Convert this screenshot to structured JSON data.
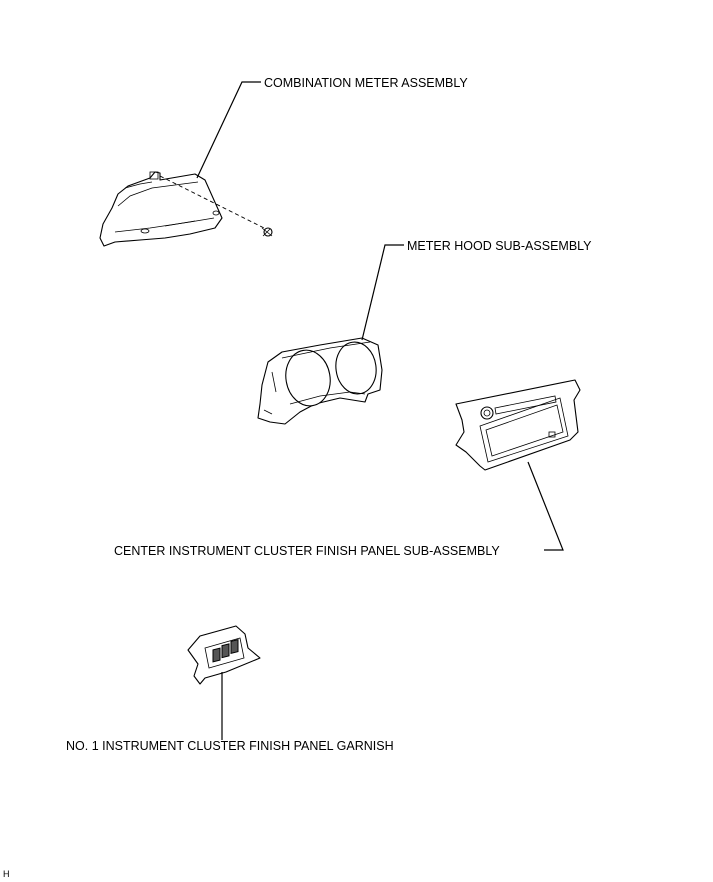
{
  "callouts": [
    {
      "id": "combination-meter",
      "text": "COMBINATION METER ASSEMBLY"
    },
    {
      "id": "meter-hood",
      "text": "METER HOOD SUB-ASSEMBLY"
    },
    {
      "id": "center-panel",
      "text": "CENTER INSTRUMENT CLUSTER FINISH PANEL SUB-ASSEMBLY"
    },
    {
      "id": "garnish",
      "text": "NO. 1 INSTRUMENT CLUSTER FINISH PANEL GARNISH"
    }
  ],
  "footer": {
    "code": "H"
  }
}
